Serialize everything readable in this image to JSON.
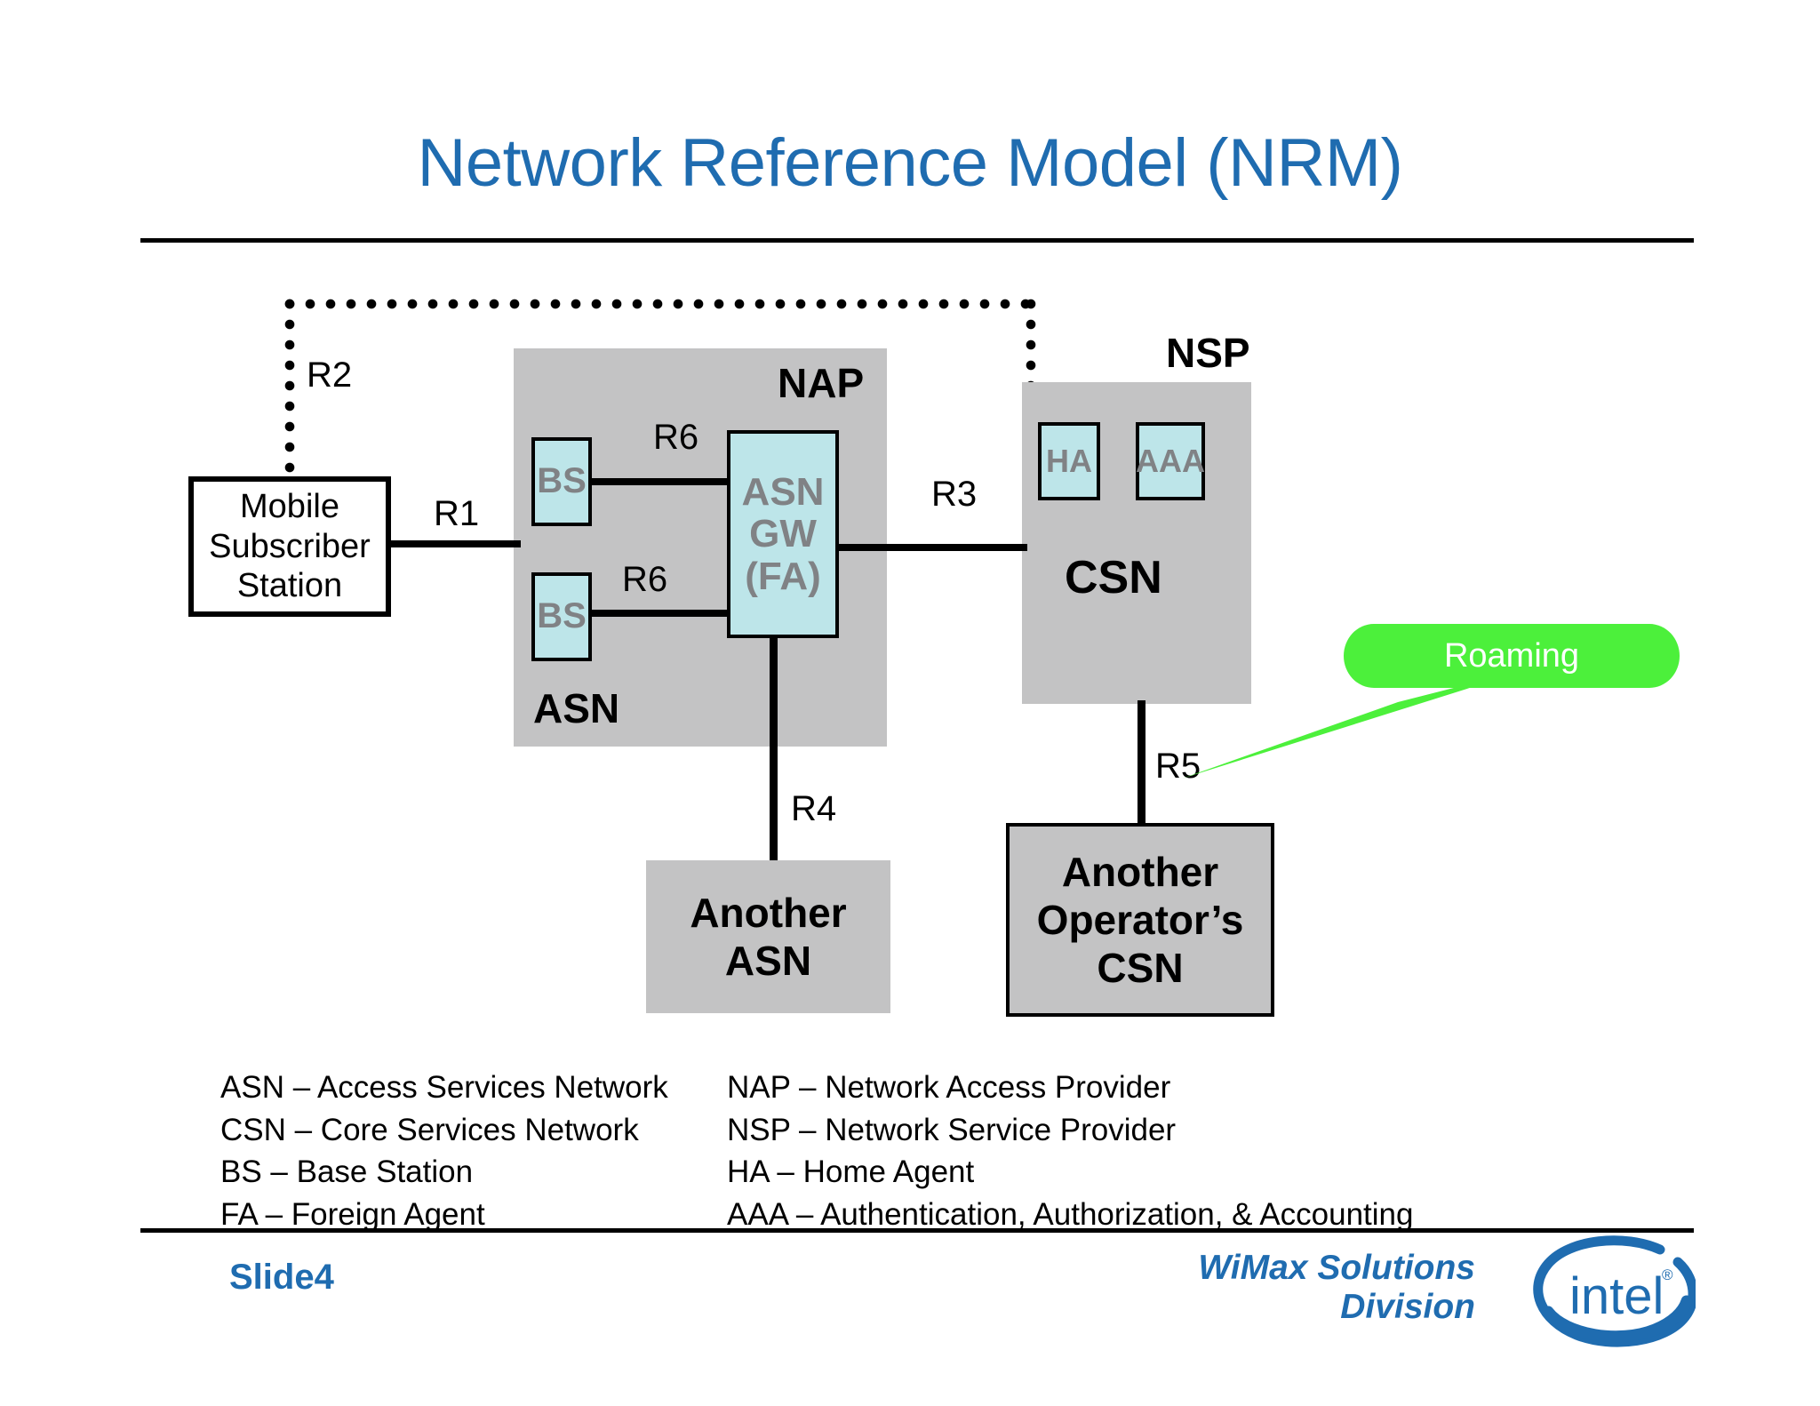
{
  "slide": {
    "title": "Network Reference Model (NRM)",
    "slide_number": "Slide4",
    "footer_org_line1": "WiMax Solutions",
    "footer_org_line2": "Division",
    "logo_name": "intel",
    "logo_trademark": "®"
  },
  "colors": {
    "title_blue": "#1f6cb0",
    "zone_gray": "#c3c3c4",
    "node_cyan": "#bde5e9",
    "node_text_gray": "#808285",
    "callout_green": "#4cf03b",
    "line_black": "#000000"
  },
  "diagram": {
    "zones": {
      "nap_label": "NAP",
      "asn_label": "ASN",
      "nsp_label": "NSP",
      "csn_label": "CSN"
    },
    "nodes": {
      "mobile_subscriber_station": "Mobile\nSubscriber\nStation",
      "mss_line1": "Mobile",
      "mss_line2": "Subscriber",
      "mss_line3": "Station",
      "bs_upper": "BS",
      "bs_lower": "BS",
      "asn_gw_line1": "ASN",
      "asn_gw_line2": "GW",
      "asn_gw_line3": "(FA)",
      "ha": "HA",
      "aaa": "AAA",
      "another_asn_line1": "Another",
      "another_asn_line2": "ASN",
      "another_csn_line1": "Another",
      "another_csn_line2": "Operator’s",
      "another_csn_line3": "CSN"
    },
    "reference_points": {
      "r1": "R1",
      "r2": "R2",
      "r3": "R3",
      "r4": "R4",
      "r5": "R5",
      "r6_upper": "R6",
      "r6_lower": "R6"
    },
    "callout": {
      "roaming": "Roaming"
    }
  },
  "legend": {
    "left": [
      "ASN – Access Services Network",
      "CSN – Core Services Network",
      "BS – Base Station",
      "FA – Foreign Agent"
    ],
    "right": [
      "NAP – Network Access Provider",
      "NSP – Network Service Provider",
      "HA – Home Agent",
      "AAA – Authentication, Authorization, & Accounting"
    ]
  }
}
